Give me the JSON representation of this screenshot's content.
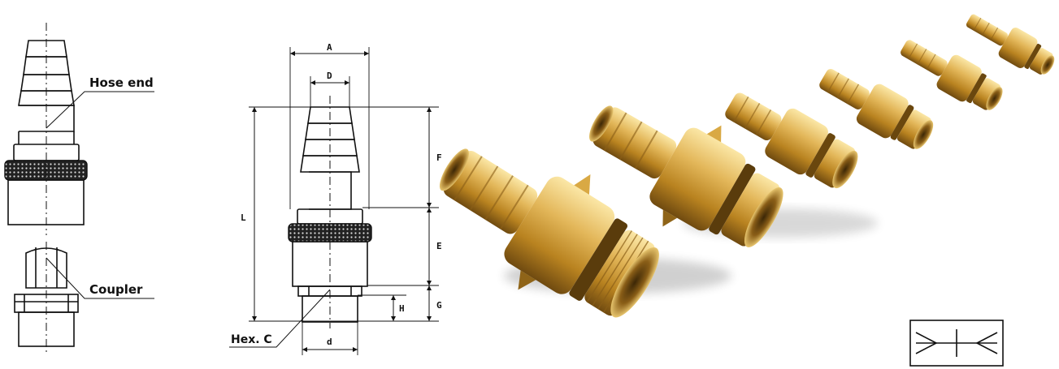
{
  "labels": {
    "hose_end": "Hose end",
    "coupler": "Coupler",
    "hex": "Hex. C"
  },
  "dimensions": {
    "A": "A",
    "D": "D",
    "L": "L",
    "F": "F",
    "E": "E",
    "G": "G",
    "H": "H",
    "d": "d"
  },
  "colors": {
    "brass_light": "#f2d27a",
    "brass_mid": "#c9962f",
    "brass_dark": "#7a5414",
    "ink": "#111111"
  },
  "icons": {
    "symbol": "quick-coupling-symbol"
  }
}
